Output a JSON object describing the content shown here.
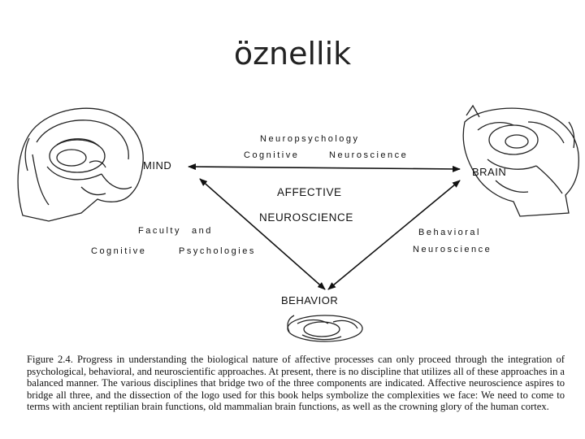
{
  "title": "öznellik",
  "diagram": {
    "nodes": {
      "mind": "MIND",
      "brain": "BRAIN",
      "behavior": "BEHAVIOR"
    },
    "center": {
      "line1": "AFFECTIVE",
      "line2": "NEUROSCIENCE"
    },
    "edge_labels": {
      "top_line1": "Neuropsychology",
      "top_line2a": "Cognitive",
      "top_line2b": "Neuroscience",
      "left_line1a": "Faculty",
      "left_line1b": "and",
      "left_line2a": "Cognitive",
      "left_line2b": "Psychologies",
      "right_line1": "Behavioral",
      "right_line2": "Neuroscience"
    }
  },
  "caption": {
    "figure_label": "Figure 2.4.",
    "text": "Progress in understanding the biological nature of affective processes can only proceed through the integration of psychological, behavioral, and neuroscientific approaches. At present, there is no discipline that utilizes all of these approaches in a balanced manner. The various disciplines that bridge two of the three components are indicated. Affective neuroscience aspires to bridge all three, and the dissection of the logo used for this book helps symbolize the complexities we face: We need to come to terms with ancient reptilian brain functions, old mammalian brain functions, as well as the crowning glory of the human cortex."
  }
}
